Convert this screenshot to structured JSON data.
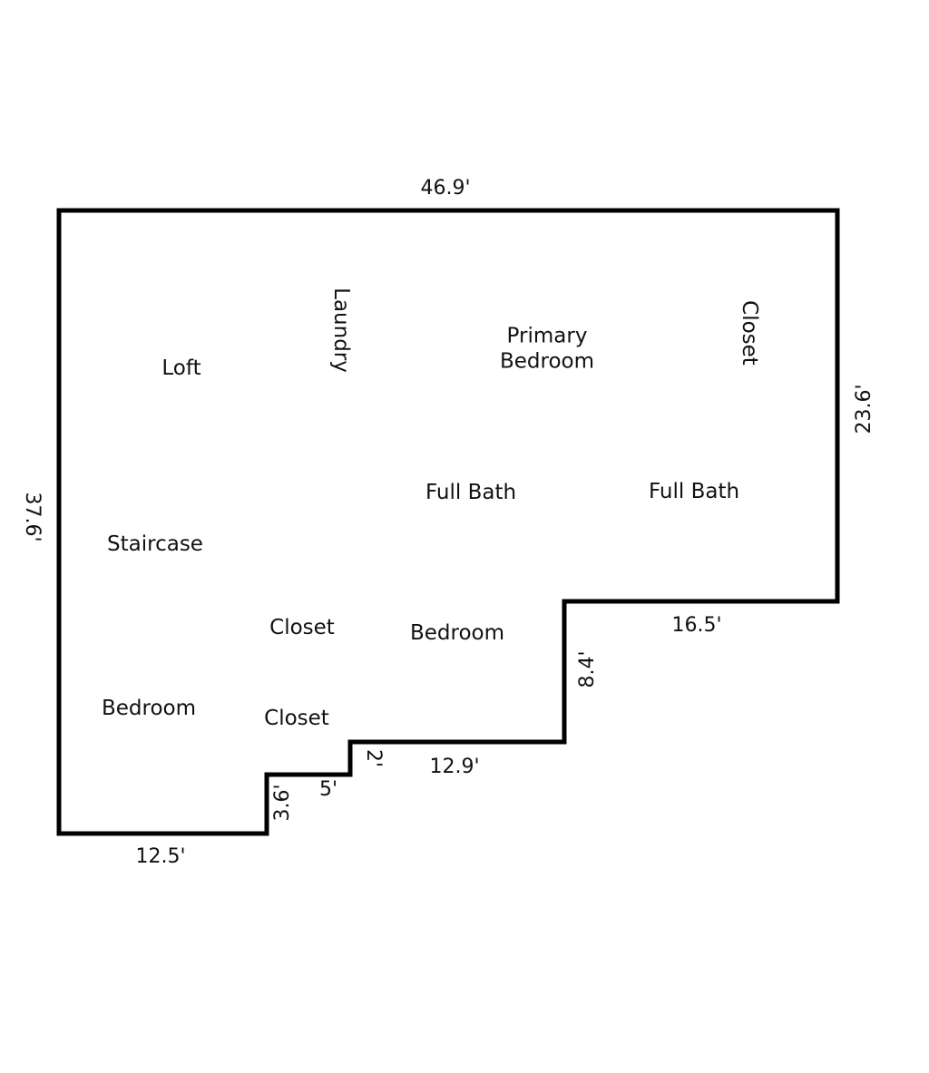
{
  "rooms": {
    "loft": "Loft",
    "laundry": "Laundry",
    "primary_bedroom": "Primary\nBedroom",
    "closet_primary": "Closet",
    "full_bath_1": "Full Bath",
    "full_bath_2": "Full Bath",
    "staircase": "Staircase",
    "closet_1": "Closet",
    "bedroom_center": "Bedroom",
    "bedroom_left": "Bedroom",
    "closet_2": "Closet"
  },
  "dimensions": {
    "top": "46.9'",
    "right": "23.6'",
    "left": "37.6'",
    "right_step": "16.5'",
    "vertical_step": "8.4'",
    "middle_step": "12.9'",
    "small_step_vertical": "2'",
    "small_step_horizontal": "5'",
    "lower_step_vertical": "3.6'",
    "bottom": "12.5'"
  },
  "colors": {
    "wall": "#000000",
    "background": "#ffffff"
  }
}
